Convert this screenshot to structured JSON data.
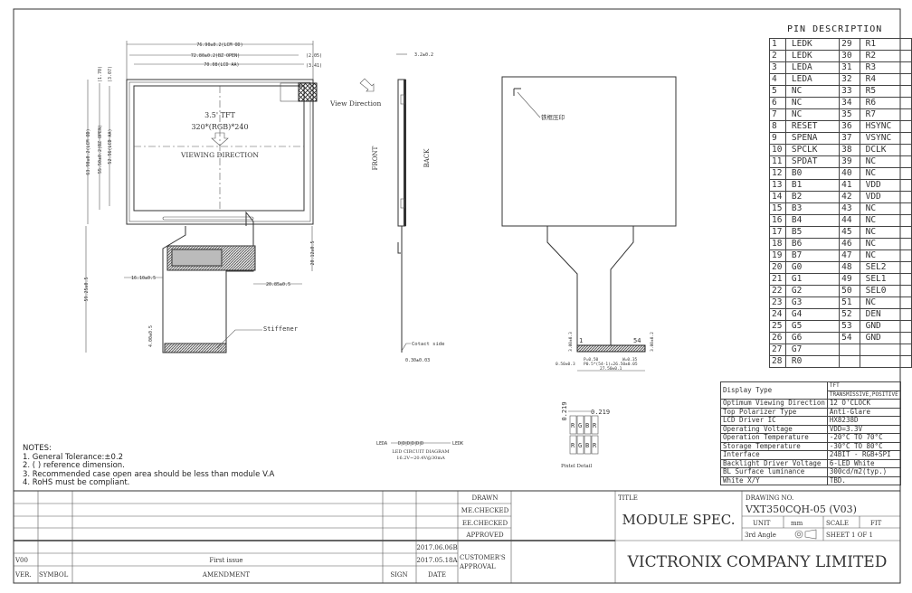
{
  "front_view": {
    "title_line1": "3.5' TFT",
    "title_line2": "320*(RGB)*240",
    "viewing_direction": "VIEWING DIRECTION",
    "dims": {
      "lcm_od_w": "76.90±0.2(LCM OD)",
      "bz_open_w": "72.80±0.2(BZ OPEN)",
      "lcd_aa_w": "70.08(LCD AA)",
      "ref_205": "(2.05)",
      "ref_341": "(3.41)",
      "ref_170": "(1.70)",
      "ref_307": "(3.07)",
      "lcm_od_h": "63.90±0.2(LCM OD)",
      "bz_open_h": "55.50±0.2(BZ OPEN)",
      "lcd_aa_h": "52.56(LCD AA)",
      "total_h": "59.25±0.5",
      "fpc_left": "16.10±0.5",
      "fpc_right": "20.85±0.5",
      "fpc_h": "20.12±0.5",
      "stiff_h": "4.00±0.5"
    },
    "stiffener": "Stiffener"
  },
  "side_view": {
    "thickness": "3.2±0.2",
    "view_direction": "View Direction",
    "front": "FRONT",
    "back": "BACK",
    "contact_side": "Cotact side",
    "fpc_thick": "0.30±0.03"
  },
  "back_view": {
    "stamp_note": "铁框压印",
    "pin_first": "1",
    "pin_last": "54",
    "dims": {
      "left_h": "3.00±0.3",
      "right_h": "3.00±0.2",
      "pitch": "P=0.50",
      "width": "W=0.35",
      "offset": "0.50±0.3",
      "span": "P0.5*(54-1)=26.50±0.05",
      "total": "27.50±0.1"
    }
  },
  "pixel_detail": {
    "label": "Pixtel Detail",
    "pitch_x": "0.219",
    "pitch_y": "0.219",
    "cells": [
      "R",
      "G",
      "B",
      "R"
    ]
  },
  "led_circuit": {
    "anode": "LEDA",
    "cathode": "LEDK",
    "title": "LED CIRCUIT DIAGRAM",
    "spec": "16.2V~20.4V@30mA"
  },
  "notes": {
    "heading": "NOTES:",
    "items": [
      "1. General Tolerance:±0.2",
      "2. ( ) reference dimension.",
      "3. Recommended case open area should be less than module V.A",
      "4. RoHS must be compliant."
    ]
  },
  "pin_description": {
    "title": "PIN DESCRIPTION",
    "rows": [
      [
        "1",
        "LEDK",
        "29",
        "R1"
      ],
      [
        "2",
        "LEDK",
        "30",
        "R2"
      ],
      [
        "3",
        "LEDA",
        "31",
        "R3"
      ],
      [
        "4",
        "LEDA",
        "32",
        "R4"
      ],
      [
        "5",
        "NC",
        "33",
        "R5"
      ],
      [
        "6",
        "NC",
        "34",
        "R6"
      ],
      [
        "7",
        "NC",
        "35",
        "R7"
      ],
      [
        "8",
        "RESET",
        "36",
        "HSYNC"
      ],
      [
        "9",
        "SPENA",
        "37",
        "VSYNC"
      ],
      [
        "10",
        "SPCLK",
        "38",
        "DCLK"
      ],
      [
        "11",
        "SPDAT",
        "39",
        "NC"
      ],
      [
        "12",
        "B0",
        "40",
        "NC"
      ],
      [
        "13",
        "B1",
        "41",
        "VDD"
      ],
      [
        "14",
        "B2",
        "42",
        "VDD"
      ],
      [
        "15",
        "B3",
        "43",
        "NC"
      ],
      [
        "16",
        "B4",
        "44",
        "NC"
      ],
      [
        "17",
        "B5",
        "45",
        "NC"
      ],
      [
        "18",
        "B6",
        "46",
        "NC"
      ],
      [
        "19",
        "B7",
        "47",
        "NC"
      ],
      [
        "20",
        "G0",
        "48",
        "SEL2"
      ],
      [
        "21",
        "G1",
        "49",
        "SEL1"
      ],
      [
        "22",
        "G2",
        "50",
        "SEL0"
      ],
      [
        "23",
        "G3",
        "51",
        "NC"
      ],
      [
        "24",
        "G4",
        "52",
        "DEN"
      ],
      [
        "25",
        "G5",
        "53",
        "GND"
      ],
      [
        "26",
        "G6",
        "54",
        "GND"
      ],
      [
        "27",
        "G7",
        "",
        ""
      ],
      [
        "28",
        "R0",
        "",
        ""
      ]
    ]
  },
  "specs": [
    {
      "label": "Display Type",
      "values": [
        "TFT",
        "TRANSMISSIVE,POSITIVE"
      ]
    },
    {
      "label": "Optimum Viewing Direction",
      "values": [
        "12 O'CLOCK"
      ]
    },
    {
      "label": "Top Polarizer Type",
      "values": [
        "Anti-Glare"
      ]
    },
    {
      "label": "LCD Driver IC",
      "values": [
        "HX8238D"
      ]
    },
    {
      "label": "Operating Voltage",
      "values": [
        "VDD=3.3V"
      ]
    },
    {
      "label": "Operation Temperature",
      "values": [
        "-20°C TO 70°C"
      ]
    },
    {
      "label": "Storage Temperature",
      "values": [
        "-30°C TO 80°C"
      ]
    },
    {
      "label": "Interface",
      "values": [
        "24BIT - RGB+SPI"
      ]
    },
    {
      "label": "Backlight Driver Voltage",
      "values": [
        "6-LED White"
      ]
    },
    {
      "label": "BL Surface luminance",
      "values": [
        "300cd/m2(typ.)"
      ]
    },
    {
      "label": "White X/Y",
      "values": [
        "TBD."
      ]
    }
  ],
  "title_block": {
    "headers": {
      "ver": "VER.",
      "symbol": "SYMBOL",
      "amendment": "AMENDMENT",
      "sign": "SIGN",
      "date": "DATE"
    },
    "revisions": [
      {
        "ver": "",
        "amendment": "",
        "date": "2017.06.06B"
      },
      {
        "ver": "V00",
        "amendment": "First issue",
        "date": "2017.05.18A"
      }
    ],
    "roles": [
      "DRAWN",
      "ME.CHECKED",
      "EE.CHECKED",
      "APPROVED"
    ],
    "customer_approval_1": "CUSTOMER'S",
    "customer_approval_2": "APPROVAL",
    "title_label": "TITLE",
    "title": "MODULE SPEC.",
    "drawing_no_label": "DRAWING NO.",
    "drawing_no": "VXT350CQH-05 (V03)",
    "unit_label": "UNIT",
    "unit": "mm",
    "scale_label": "SCALE",
    "scale": "FIT",
    "projection": "3rd Angle",
    "sheet": "SHEET 1 OF 1",
    "company": "VICTRONIX COMPANY LIMITED"
  }
}
